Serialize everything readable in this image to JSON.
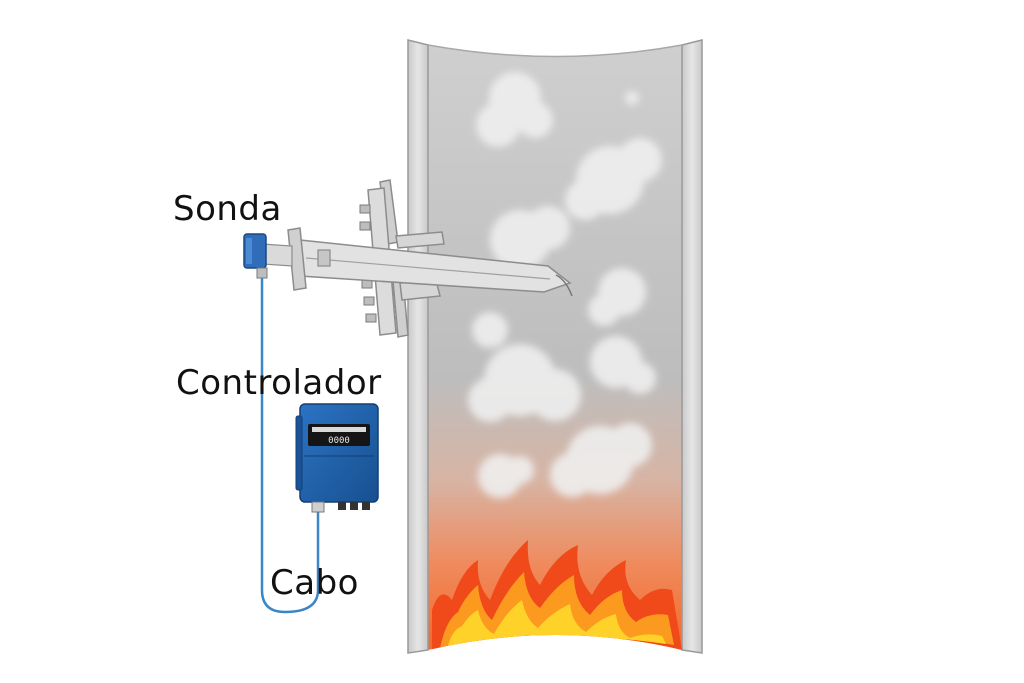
{
  "labels": {
    "probe": "Sonda",
    "controller": "Controlador",
    "cable": "Cabo"
  },
  "controller_display": "0000",
  "colors": {
    "chimney_wall": "#d9d9d9",
    "chimney_interior": "#b8b8b8",
    "smoke": "#ececec",
    "flame_outer": "#f04a1a",
    "flame_mid": "#fb9a1f",
    "flame_inner": "#ffd22a",
    "controller_body": "#1f5fae",
    "cable": "#3a86c8",
    "probe_metal": "#d8d8d8"
  }
}
